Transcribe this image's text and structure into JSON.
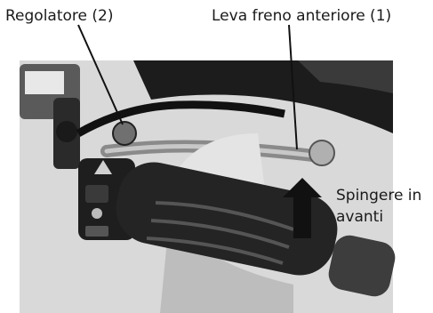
{
  "labels": {
    "adjuster": "Regolatore (2)",
    "front_brake_lever": "Leva freno anteriore (1)",
    "push_line1": "Spingere in",
    "push_line2": "avanti"
  },
  "colors": {
    "background": "#ffffff",
    "text": "#1a1a1a",
    "dark_body": "#1c1c1c",
    "mid_grey": "#8a8a8a",
    "light_grey": "#c8c8c8",
    "arrow": "#111111"
  },
  "icons": {
    "push_direction": "arrow-up-icon"
  }
}
